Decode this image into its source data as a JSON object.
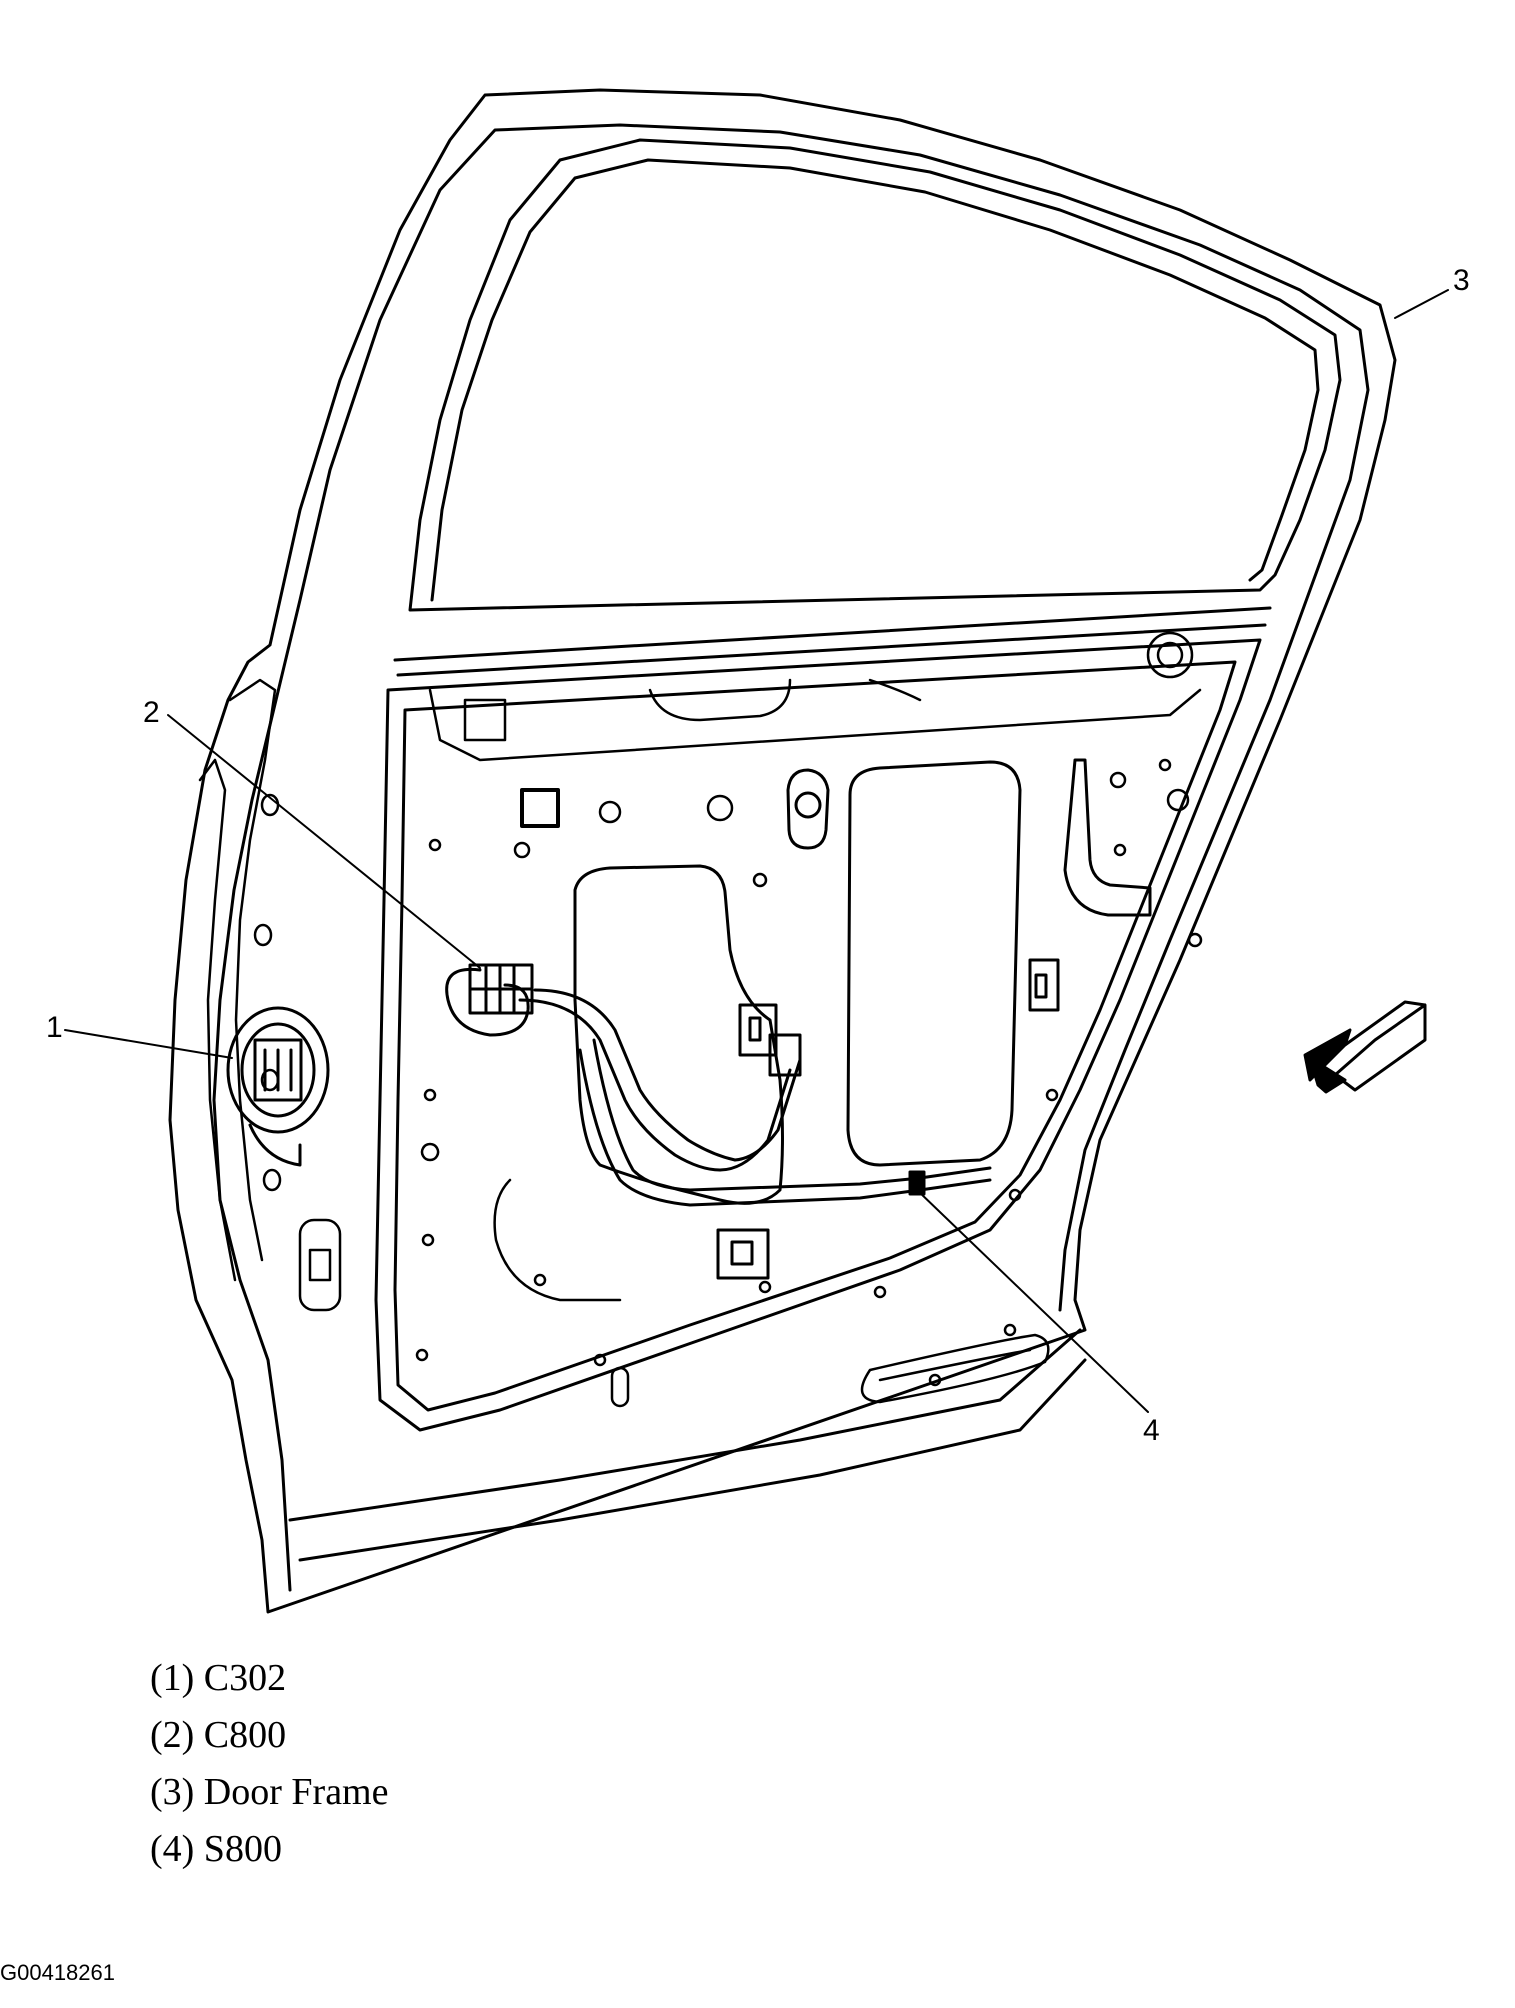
{
  "callouts": [
    {
      "num": "1",
      "target": "C302 connector"
    },
    {
      "num": "2",
      "target": "C800 connector"
    },
    {
      "num": "3",
      "target": "Door Frame"
    },
    {
      "num": "4",
      "target": "S800 splice"
    }
  ],
  "legend": [
    {
      "label": "(1) C302"
    },
    {
      "label": "(2) C800"
    },
    {
      "label": "(3) Door Frame"
    },
    {
      "label": "(4) S800"
    }
  ],
  "figure_id": "G00418261",
  "colors": {
    "line": "#000000",
    "background": "#ffffff"
  },
  "icons": {
    "view_arrow": "view-direction-arrow-icon"
  }
}
